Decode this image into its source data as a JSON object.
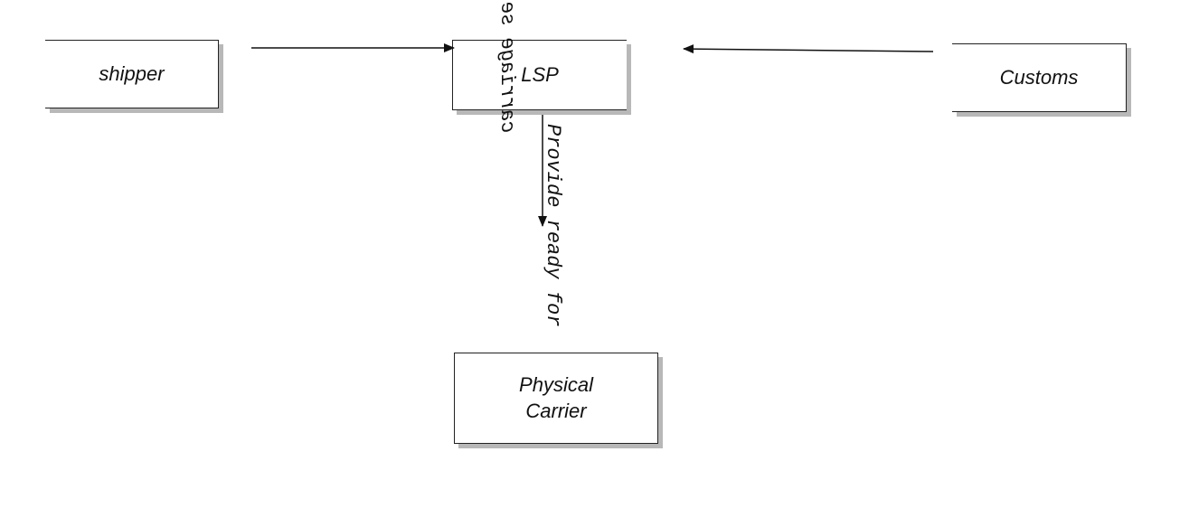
{
  "nodes": {
    "shipper": "shipper",
    "lsp": "LSP",
    "customs": "Customs",
    "carrier_line1": "Physical",
    "carrier_line2": "Carrier"
  },
  "edge_labels": {
    "carriage": "carriage service",
    "provide": "Provide ready for"
  }
}
